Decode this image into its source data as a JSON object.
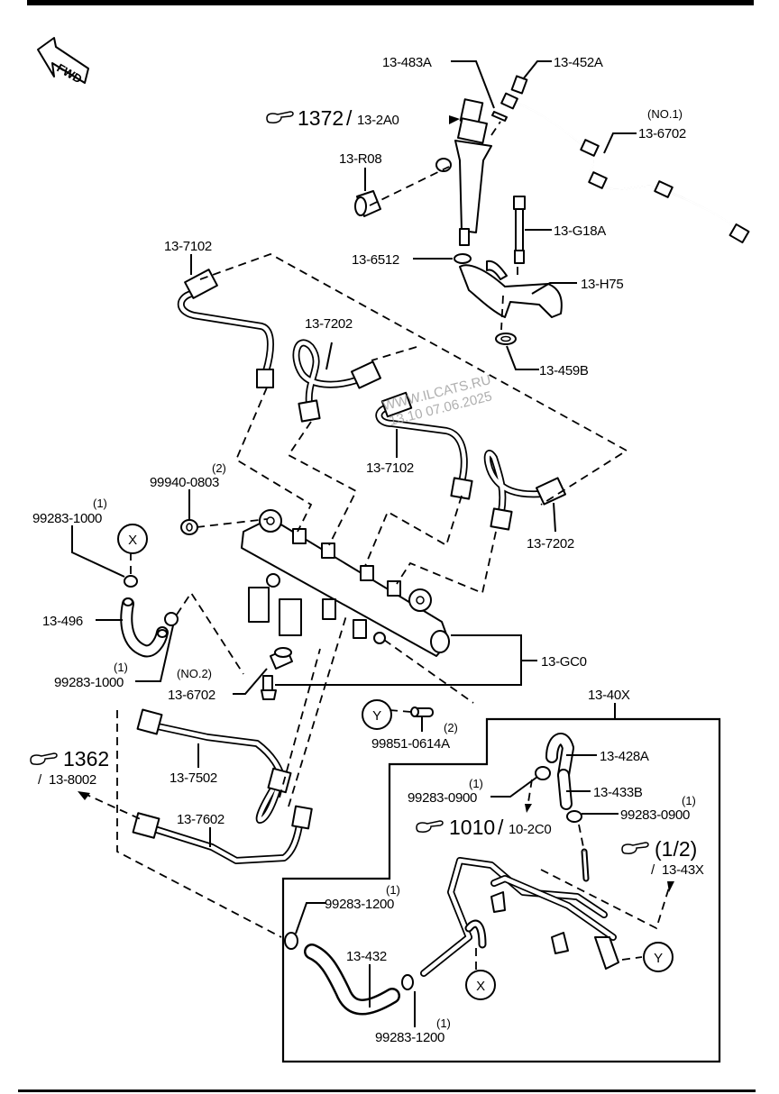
{
  "diagram": {
    "title": "Fuel injection system parts diagram",
    "fwd_label": "FWD",
    "watermark": {
      "line1": "WWW.ILCATS.RU",
      "line2": "13.10 07.06.2025"
    },
    "references": [
      {
        "id": "ref-1372",
        "icon": "pointing-hand-icon",
        "page": "1372",
        "code": "13-2A0"
      },
      {
        "id": "ref-1362",
        "icon": "pointing-hand-icon",
        "page": "1362",
        "code": "13-8002"
      },
      {
        "id": "ref-1010",
        "icon": "pointing-hand-icon",
        "page": "1010",
        "code": "10-2C0"
      },
      {
        "id": "ref-half",
        "icon": "pointing-hand-icon",
        "page": "(1/2)",
        "code": "13-43X"
      }
    ],
    "parts": [
      {
        "code": "13-483A",
        "qty": "",
        "note": ""
      },
      {
        "code": "13-452A",
        "qty": "",
        "note": ""
      },
      {
        "code": "13-6702",
        "qty": "",
        "note": "(NO.1)"
      },
      {
        "code": "13-R08",
        "qty": "",
        "note": ""
      },
      {
        "code": "13-G18A",
        "qty": "",
        "note": ""
      },
      {
        "code": "13-6512",
        "qty": "",
        "note": ""
      },
      {
        "code": "13-H75",
        "qty": "",
        "note": ""
      },
      {
        "code": "13-459B",
        "qty": "",
        "note": ""
      },
      {
        "code": "13-7102",
        "qty": "",
        "note": ""
      },
      {
        "code": "13-7202",
        "qty": "",
        "note": ""
      },
      {
        "code": "13-7102",
        "qty": "",
        "note": ""
      },
      {
        "code": "13-7202",
        "qty": "",
        "note": ""
      },
      {
        "code": "99940-0803",
        "qty": "(2)",
        "note": ""
      },
      {
        "code": "99283-1000",
        "qty": "(1)",
        "note": ""
      },
      {
        "code": "13-496",
        "qty": "",
        "note": ""
      },
      {
        "code": "99283-1000",
        "qty": "(1)",
        "note": ""
      },
      {
        "code": "13-6702",
        "qty": "",
        "note": "(NO.2)"
      },
      {
        "code": "13-GC0",
        "qty": "",
        "note": ""
      },
      {
        "code": "99851-0614A",
        "qty": "(2)",
        "note": ""
      },
      {
        "code": "13-7502",
        "qty": "",
        "note": ""
      },
      {
        "code": "13-7602",
        "qty": "",
        "note": ""
      },
      {
        "code": "13-40X",
        "qty": "",
        "note": ""
      },
      {
        "code": "13-428A",
        "qty": "",
        "note": ""
      },
      {
        "code": "13-433B",
        "qty": "",
        "note": ""
      },
      {
        "code": "99283-0900",
        "qty": "(1)",
        "note": ""
      },
      {
        "code": "99283-0900",
        "qty": "(1)",
        "note": ""
      },
      {
        "code": "99283-1200",
        "qty": "(1)",
        "note": ""
      },
      {
        "code": "13-432",
        "qty": "",
        "note": ""
      },
      {
        "code": "99283-1200",
        "qty": "(1)",
        "note": ""
      }
    ],
    "connectors": [
      {
        "id": "X",
        "label": "X"
      },
      {
        "id": "Y",
        "label": "Y"
      }
    ]
  }
}
